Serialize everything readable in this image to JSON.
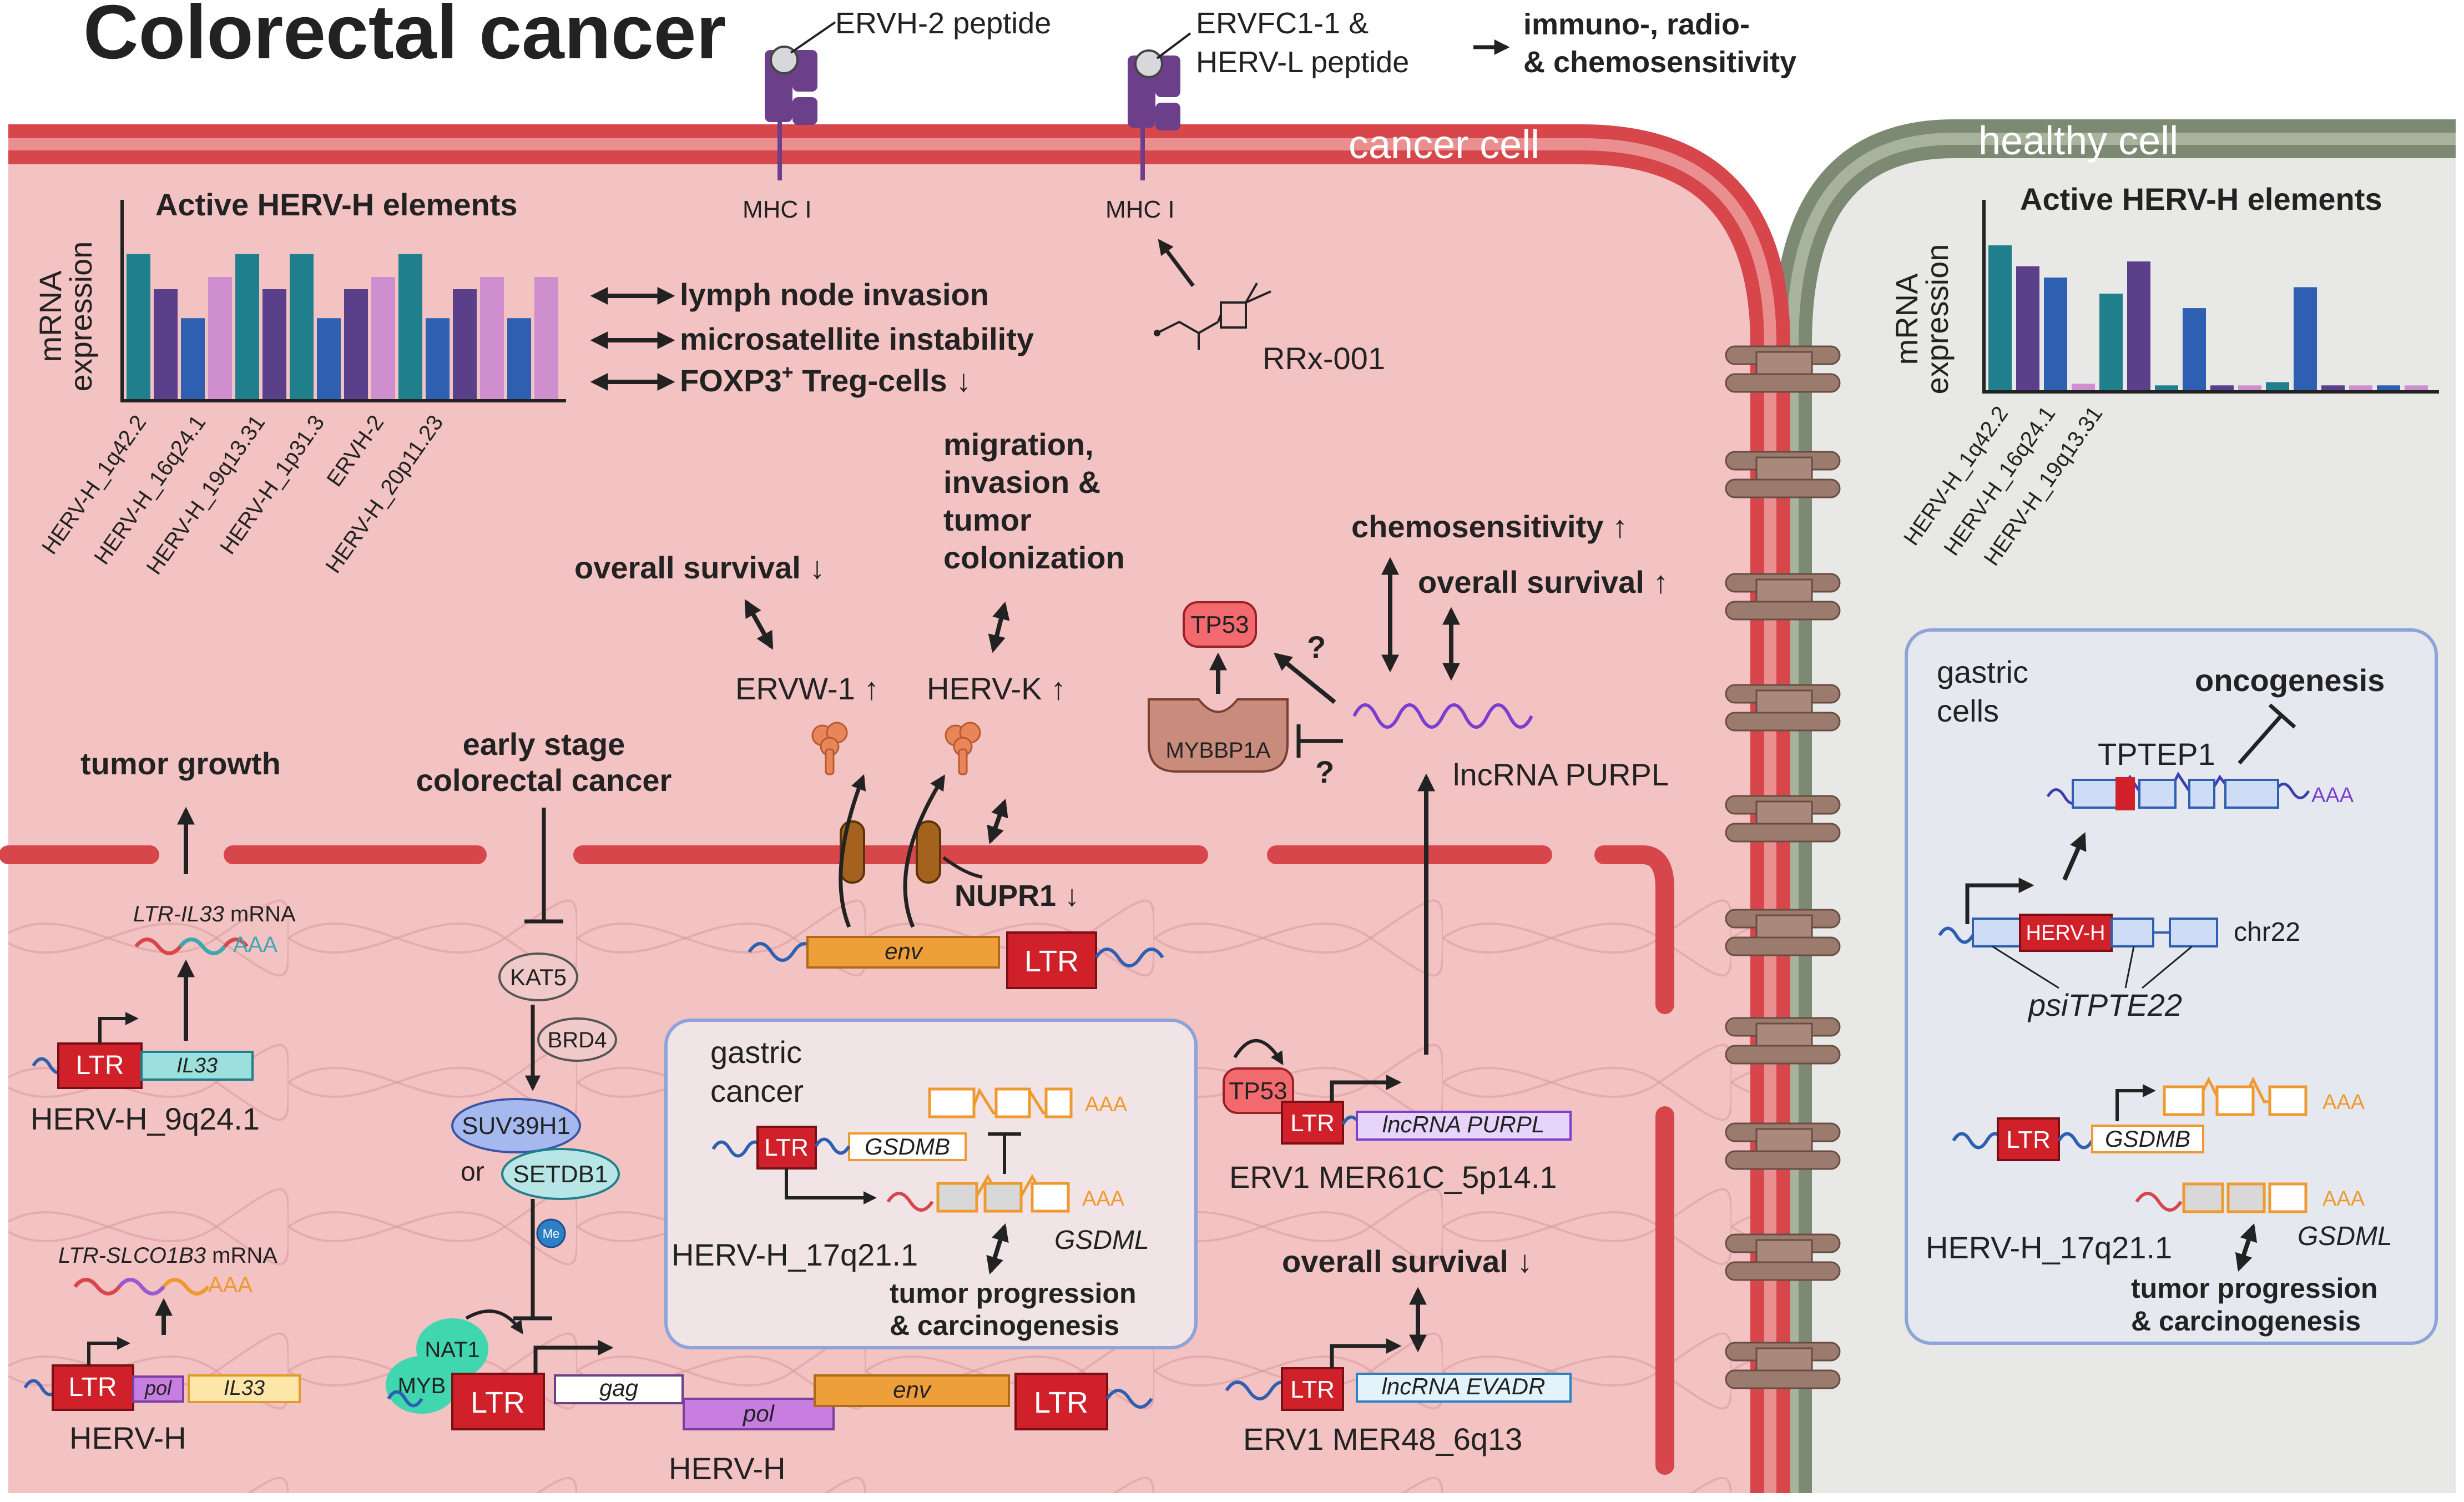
{
  "title": "Colorectal cancer",
  "top": {
    "peptide1": "ERVH-2 peptide",
    "peptide2_line1": "ERVFC1-1 &",
    "peptide2_line2": "HERV-L peptide",
    "immuno_line1": "immuno-, radio-",
    "immuno_line2": "& chemosensitivity",
    "mhc1": "MHC I",
    "mhc2": "MHC I",
    "drug": "RRx-001"
  },
  "labels": {
    "cancer_cell": "cancer cell",
    "healthy_cell": "healthy cell"
  },
  "chart_data": [
    {
      "type": "bar",
      "title": "Active HERV-H elements",
      "ylabel_line1": "mRNA",
      "ylabel_line2": "expression",
      "categories": [
        "HERV-H_1q42.2",
        "HERV-H_16q24.1",
        "HERV-H_19q13.31",
        "HERV-H_1p31.3",
        "ERVH-2",
        "HERV-H_20p11.23"
      ],
      "bar_values": [
        0.95,
        0.72,
        0.53,
        0.8,
        0.95,
        0.72,
        0.95,
        0.53,
        0.72,
        0.8,
        0.95,
        0.53,
        0.72,
        0.8,
        0.53,
        0.8
      ],
      "bar_colors": [
        "#1f7f8c",
        "#5a3f8a",
        "#2f5fb0",
        "#cf8fcf",
        "#1f7f8c",
        "#5a3f8a",
        "#1f7f8c",
        "#2f5fb0",
        "#5a3f8a",
        "#cf8fcf",
        "#1f7f8c",
        "#2f5fb0",
        "#5a3f8a",
        "#cf8fcf",
        "#2f5fb0",
        "#cf8fcf"
      ]
    },
    {
      "type": "bar",
      "title": "Active HERV-H elements",
      "ylabel_line1": "mRNA",
      "ylabel_line2": "expression",
      "categories": [
        "HERV-H_1q42.2",
        "HERV-H_16q24.1",
        "HERV-H_19q13.31"
      ],
      "bar_values": [
        0.9,
        0.77,
        0.7,
        0.04,
        0.6,
        0.8,
        0.03,
        0.51,
        0.03,
        0.03,
        0.05,
        0.64,
        0.03,
        0.03,
        0.03,
        0.03
      ],
      "bar_colors": [
        "#1f7f8c",
        "#5a3f8a",
        "#2f5fb0",
        "#cf8fcf",
        "#1f7f8c",
        "#5a3f8a",
        "#1f7f8c",
        "#2f5fb0",
        "#5a3f8a",
        "#cf8fcf",
        "#1f7f8c",
        "#2f5fb0",
        "#5a3f8a",
        "#cf8fcf",
        "#2f5fb0",
        "#cf8fcf"
      ]
    }
  ],
  "assoc": {
    "a1": "lymph node invasion",
    "a2": "microsatellite instability",
    "a3": "FOXP3",
    "a3_sup": "+",
    "a3_rest": " Treg-cells ↓"
  },
  "left": {
    "tumor_growth": "tumor growth",
    "il33_mrna_italic": "LTR-IL33",
    "il33_mrna_rest": " mRNA",
    "aaa": "AAA",
    "ltr": "LTR",
    "il33": "IL33",
    "herv_9q24": "HERV-H_9q24.1",
    "slco_mrna_italic": "LTR-SLCO1B3",
    "slco_mrna_rest": " mRNA",
    "pol": "pol",
    "herv_h": "HERV-H"
  },
  "center": {
    "early1": "early stage",
    "early2": "colorectal cancer",
    "kat5": "KAT5",
    "brd4": "BRD4",
    "suv": "SUV39H1",
    "or": "or",
    "setdb1": "SETDB1",
    "me": "Me",
    "nat1": "NAT1",
    "myb": "MYB",
    "ltr": "LTR",
    "gag": "gag",
    "pol": "pol",
    "env": "env",
    "herv_h": "HERV-H",
    "overall_down": "overall survival ↓",
    "ervw1": "ERVW-1 ↑",
    "hervk": "HERV-K ↑",
    "mig1": "migration,",
    "mig2": "invasion &",
    "mig3": "tumor",
    "mig4": "colonization",
    "nupr1": "NUPR1 ↓",
    "env2": "env",
    "ltr2": "LTR"
  },
  "gastric": {
    "title1": "gastric",
    "title2": "cancer",
    "ltr": "LTR",
    "gsdmb": "GSDMB",
    "gsdml": "GSDML",
    "aaa": "AAA",
    "herv": "HERV-H_17q21.1",
    "prog1": "tumor progression",
    "prog2": "& carcinogenesis"
  },
  "right": {
    "chemo": "chemosensitivity ↑",
    "overall_up": "overall survival ↑",
    "tp53": "TP53",
    "mybbp1a": "MYBBP1A",
    "q": "?",
    "purpl": "lncRNA PURPL",
    "tp53b": "TP53",
    "ltr": "LTR",
    "purpl_gene": "lncRNA PURPL",
    "erv1_5p": "ERV1 MER61C_5p14.1",
    "overall_down": "overall survival ↓",
    "evadr": "lncRNA EVADR",
    "erv1_6q": "ERV1 MER48_6q13"
  },
  "healthy": {
    "gastric1": "gastric",
    "gastric2": "cells",
    "onco": "oncogenesis",
    "tptep1": "TPTEP1",
    "aaa": "AAA",
    "hervh": "HERV-H",
    "chr22": "chr22",
    "psi": "psiTPTE22",
    "ltr": "LTR",
    "gsdmb": "GSDMB",
    "gsdml": "GSDML",
    "herv": "HERV-H_17q21.1",
    "prog1": "tumor progression",
    "prog2": "& carcinogenesis"
  }
}
